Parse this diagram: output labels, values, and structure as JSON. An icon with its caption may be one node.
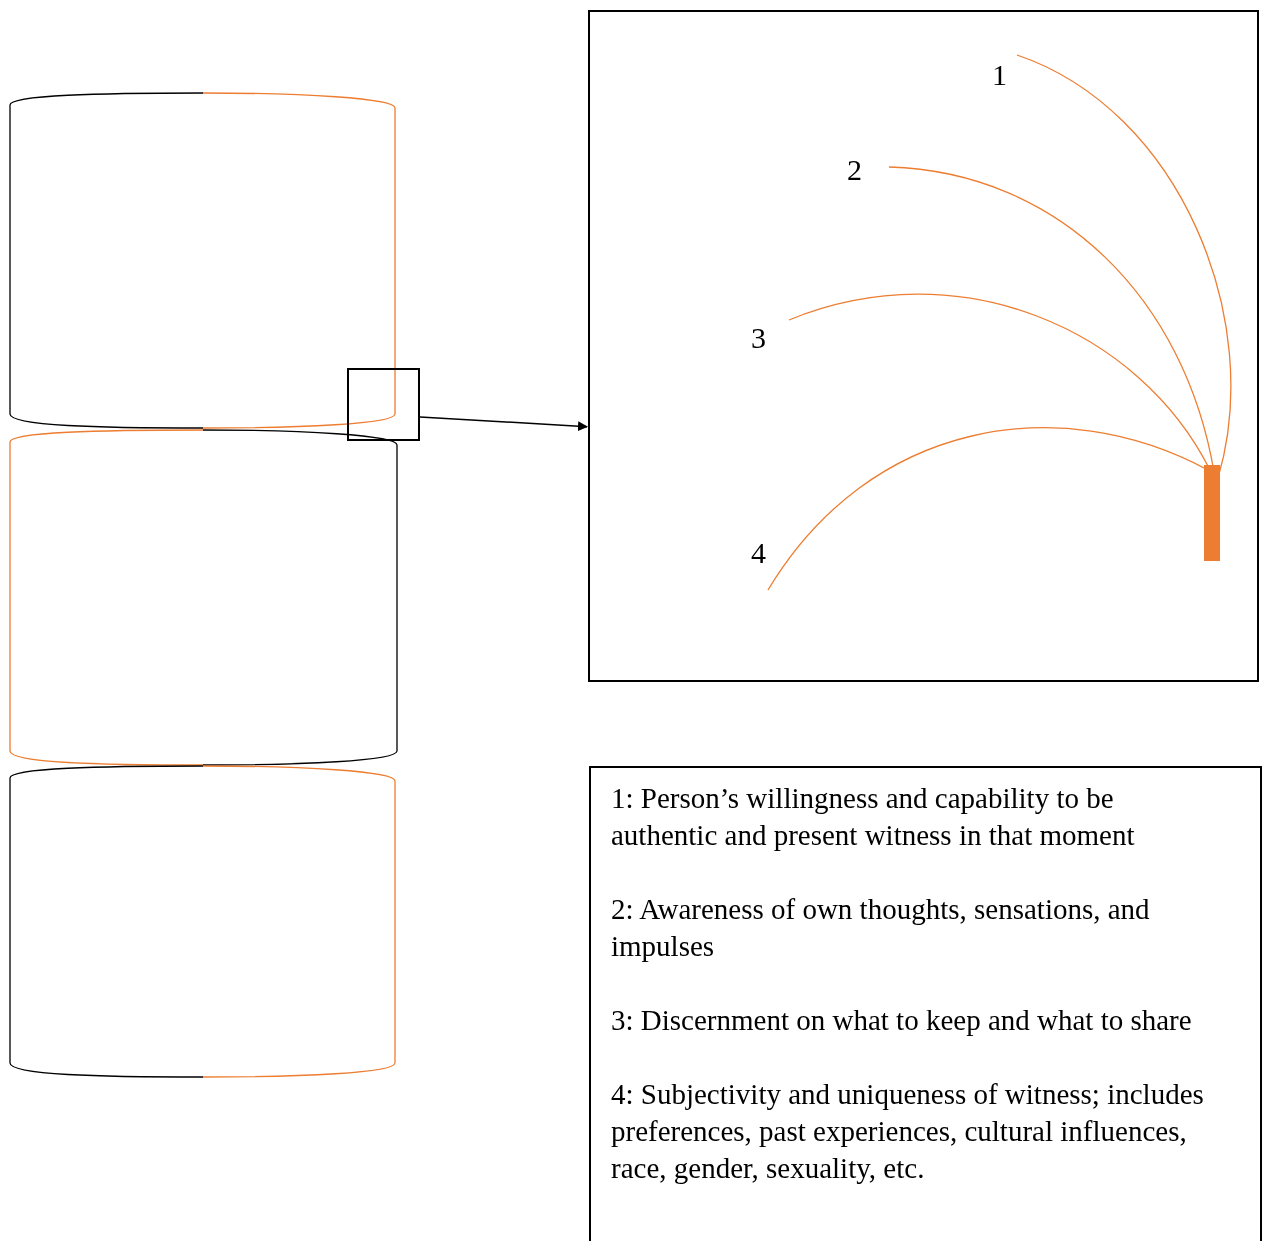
{
  "diagram": {
    "nodes": [
      {
        "text": [],
        "shape": "box"
      },
      {
        "text": [],
        "shape": "box"
      },
      {
        "text": [
          "1: Person’s willingness and capability to be authentic and present witness in that moment",
          "2: Awareness of own thoughts, sensations, and impulses",
          "3: Discernment on what to keep and what to share",
          "4: Subjectivity and uniqueness of witness; includes preferences, past experiences, cultural influences, race, gender, sexuality, etc."
        ]
      }
    ],
    "edges": [
      {
        "from": 0,
        "to": 1,
        "arrow": "to"
      }
    ],
    "labels": [
      "1",
      "2",
      "3",
      "4"
    ]
  }
}
